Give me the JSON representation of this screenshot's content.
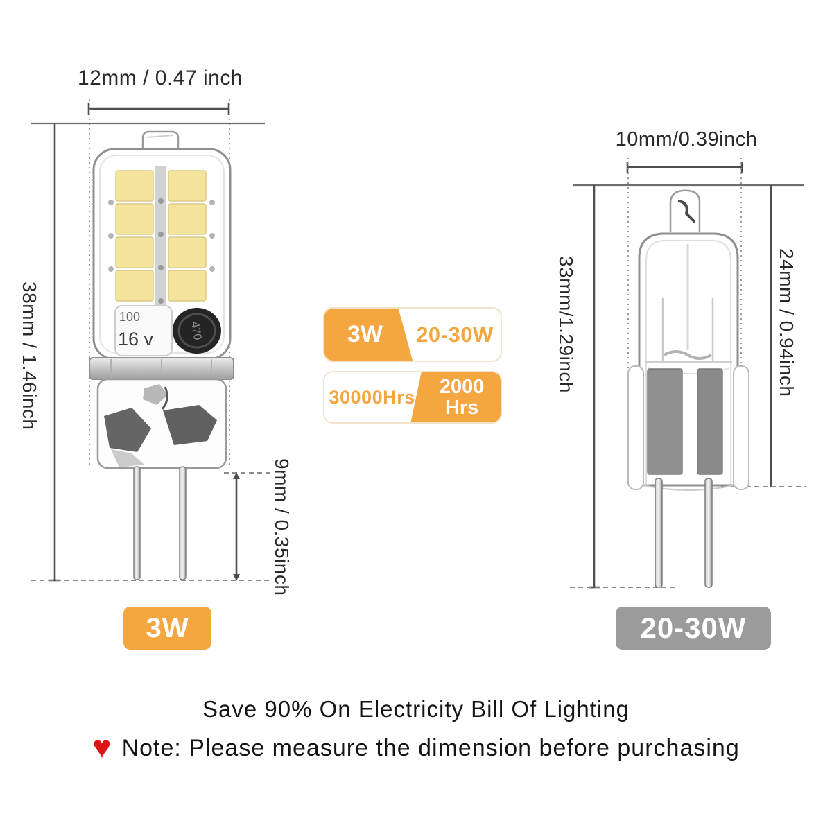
{
  "colors": {
    "orange": "#F4A640",
    "badge-gray": "#9B9B9B",
    "heart-red": "#DF1414",
    "chip-yellow": "#F5E59C",
    "dim-line": "#4F4F4F",
    "text": "#1C1C1C"
  },
  "left_bulb": {
    "type": "LED G4 bulb",
    "width_dim": "12mm / 0.47 inch",
    "height_dim": "38mm / 1.46inch",
    "pin_dim": "9mm / 0.35inch",
    "watt_label": "3W",
    "capacitor_value": "100",
    "capacitor_voltage": "16 v",
    "inductor_code": "470"
  },
  "right_bulb": {
    "type": "Halogen G4 bulb",
    "width_dim": "10mm/0.39inch",
    "height_dim": "33mm/1.29inch",
    "glass_dim": "24mm / 0.94inch",
    "watt_label": "20-30W"
  },
  "comparison": {
    "led_watts": "3W",
    "halogen_watts": "20-30W",
    "led_hours": "30000Hrs",
    "halogen_hours_value": "2000",
    "halogen_hours_unit": "Hrs"
  },
  "footer": {
    "save_text": "Save 90% On Electricity Bill Of Lighting",
    "heart_glyph": "♥",
    "note_text": "Note: Please measure the dimension before purchasing"
  }
}
